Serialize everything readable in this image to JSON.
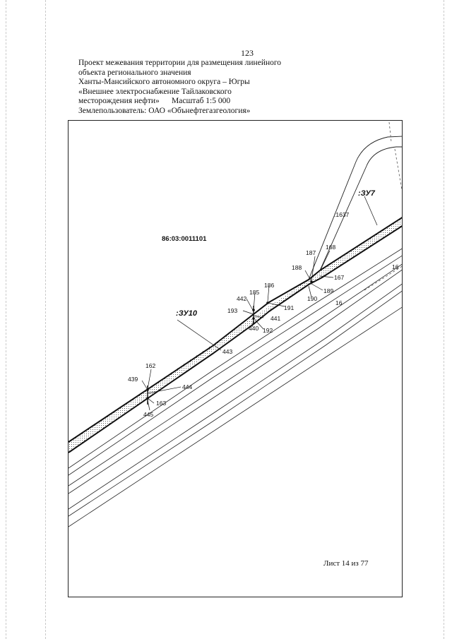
{
  "page_number": "123",
  "header": {
    "lines": [
      "Проект межевания территории для размещения линейного",
      "объекта регионального значения",
      "Ханты-Мансийского автономного округа – Югры",
      "«Внешнее электроснабжение Тайлаковского",
      "месторождения нефти»      Масштаб 1:5 000",
      "Землепользователь: ОАО «Обънефтегазгеология»"
    ]
  },
  "map": {
    "cadastral_block": "86:03:0011101",
    "zones": [
      ":ЗУ10",
      ":ЗУ7"
    ],
    "parcel_label": ":1637",
    "point_labels": [
      "187",
      "168",
      "188",
      "167",
      "189",
      "190",
      "186",
      "185",
      "442",
      "191",
      "193",
      "441",
      "440",
      "192",
      "443",
      "162",
      "439",
      "444",
      "163",
      "445",
      "16",
      "16"
    ]
  },
  "sheet_label": "Лист 14 из 77"
}
